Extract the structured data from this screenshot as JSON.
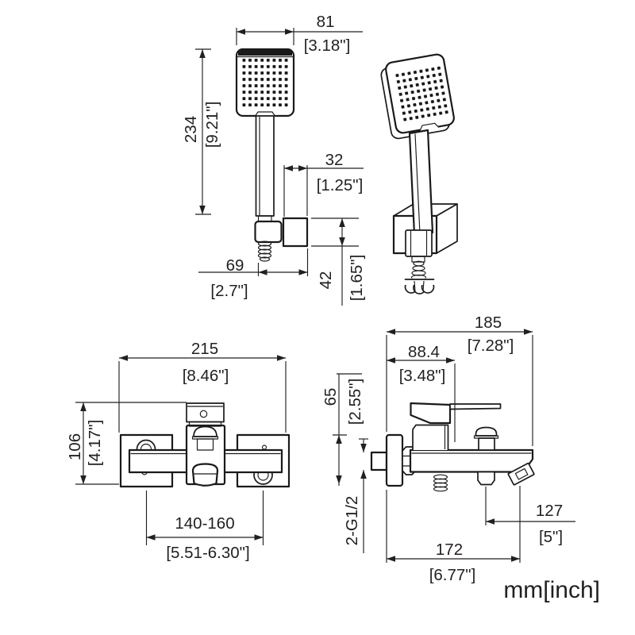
{
  "units_label": "mm[inch]",
  "hand_shower": {
    "head_width_mm": "81",
    "head_width_in": "[3.18\"]",
    "total_height_mm": "234",
    "total_height_in": "[9.21\"]",
    "holder_width_mm": "32",
    "holder_width_in": "[1.25\"]",
    "hose_clearance_mm": "69",
    "hose_clearance_in": "[2.7\"]",
    "holder_height_mm": "42",
    "holder_height_in": "[1.65\"]"
  },
  "mixer_front": {
    "total_width_mm": "215",
    "total_width_in": "[8.46\"]",
    "body_height_mm": "106",
    "body_height_in": "[4.17\"]",
    "inlet_centers_mm": "140-160",
    "inlet_centers_in": "[5.51-6.30\"]"
  },
  "mixer_side": {
    "total_depth_mm": "185",
    "total_depth_in": "[7.28\"]",
    "handle_depth_mm": "88.4",
    "handle_depth_in": "[3.48\"]",
    "plate_height_mm": "65",
    "plate_height_in": "[2.55\"]",
    "inlet_thread": "2-G1/2",
    "diverter_reach_mm": "127",
    "diverter_reach_in": "[5\"]",
    "spout_reach_mm": "172",
    "spout_reach_in": "[6.77\"]"
  },
  "colors": {
    "line": "#1a1a1a",
    "text": "#231f20",
    "background": "#ffffff"
  }
}
